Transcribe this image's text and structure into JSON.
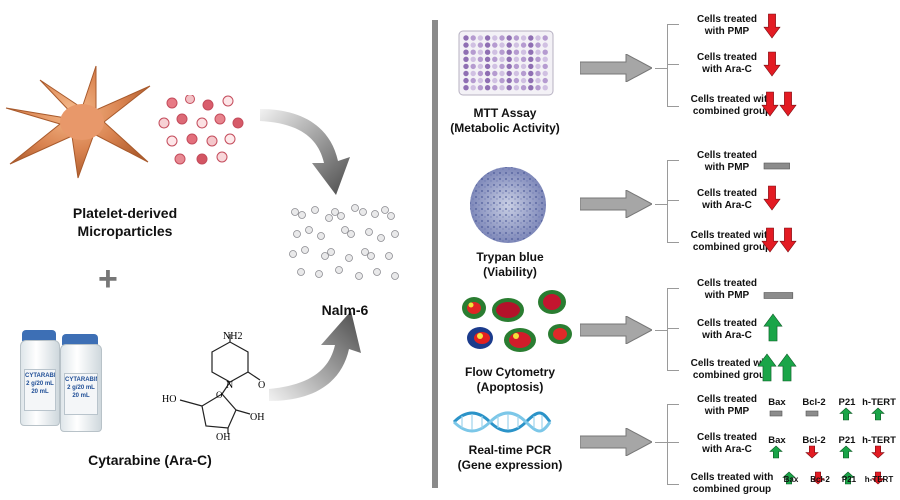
{
  "left": {
    "pmp_label": "Platelet-derived\nMicroparticles",
    "plus_sign": "+",
    "drug_label": "Cytarabine (Ara-C)",
    "vial_brand": "CYTARABINE",
    "vial_dose": "2 g/20 mL",
    "vial_volume": "20 mL",
    "molecule_labels": {
      "nh2": "NH2",
      "n": "N",
      "o_carbonyl": "O",
      "oh_top": "HO",
      "oh_right": "OH",
      "oh_bottom": "OH",
      "o_ring": "O"
    }
  },
  "center": {
    "cell_label": "Nalm-6"
  },
  "assays": [
    {
      "title": "MTT Assay\n(Metabolic Activity)",
      "icon": "well-plate-icon",
      "results": [
        {
          "label": "Cells treated\nwith PMP",
          "indicator": "down-red"
        },
        {
          "label": "Cells treated\nwith Ara-C",
          "indicator": "down-red"
        },
        {
          "label": "Cells treated with\ncombined group",
          "indicator": "double-down-red"
        }
      ]
    },
    {
      "title": "Trypan blue\n(Viability)",
      "icon": "stained-dish-icon",
      "results": [
        {
          "label": "Cells treated\nwith PMP",
          "indicator": "neutral-bar"
        },
        {
          "label": "Cells treated\nwith Ara-C",
          "indicator": "down-red"
        },
        {
          "label": "Cells treated with\ncombined group",
          "indicator": "double-down-red"
        }
      ]
    },
    {
      "title": "Flow Cytometry\n(Apoptosis)",
      "icon": "flow-cells-icon",
      "results": [
        {
          "label": "Cells treated\nwith PMP",
          "indicator": "neutral-bar"
        },
        {
          "label": "Cells treated\nwith Ara-C",
          "indicator": "up-green"
        },
        {
          "label": "Cells treated with\ncombined group",
          "indicator": "double-up-green"
        }
      ]
    },
    {
      "title": "Real-time PCR\n(Gene expression)",
      "icon": "dna-helix-icon",
      "results": [
        {
          "label": "Cells treated\nwith PMP",
          "genes": [
            {
              "name": "Bax",
              "indicator": "neutral-bar"
            },
            {
              "name": "Bcl-2",
              "indicator": "neutral-bar"
            },
            {
              "name": "P21",
              "indicator": "up-green"
            },
            {
              "name": "h-TERT",
              "indicator": "up-green"
            }
          ]
        },
        {
          "label": "Cells treated\nwith Ara-C",
          "genes": [
            {
              "name": "Bax",
              "indicator": "up-green"
            },
            {
              "name": "Bcl-2",
              "indicator": "down-red"
            },
            {
              "name": "P21",
              "indicator": "up-green"
            },
            {
              "name": "h-TERT",
              "indicator": "down-red"
            }
          ]
        },
        {
          "label": "Cells treated with\ncombined group",
          "genes": [
            {
              "name": "Bax",
              "indicator": "up-green"
            },
            {
              "name": "Bcl-2",
              "indicator": "down-red"
            },
            {
              "name": "P21",
              "indicator": "up-green"
            },
            {
              "name": "h-TERT",
              "indicator": "down-red"
            }
          ]
        }
      ]
    }
  ],
  "colors": {
    "down": "#e31b23",
    "up": "#1aa548",
    "neutral": "#8c8c8c",
    "arrow_gray": "#9a9a9a"
  }
}
